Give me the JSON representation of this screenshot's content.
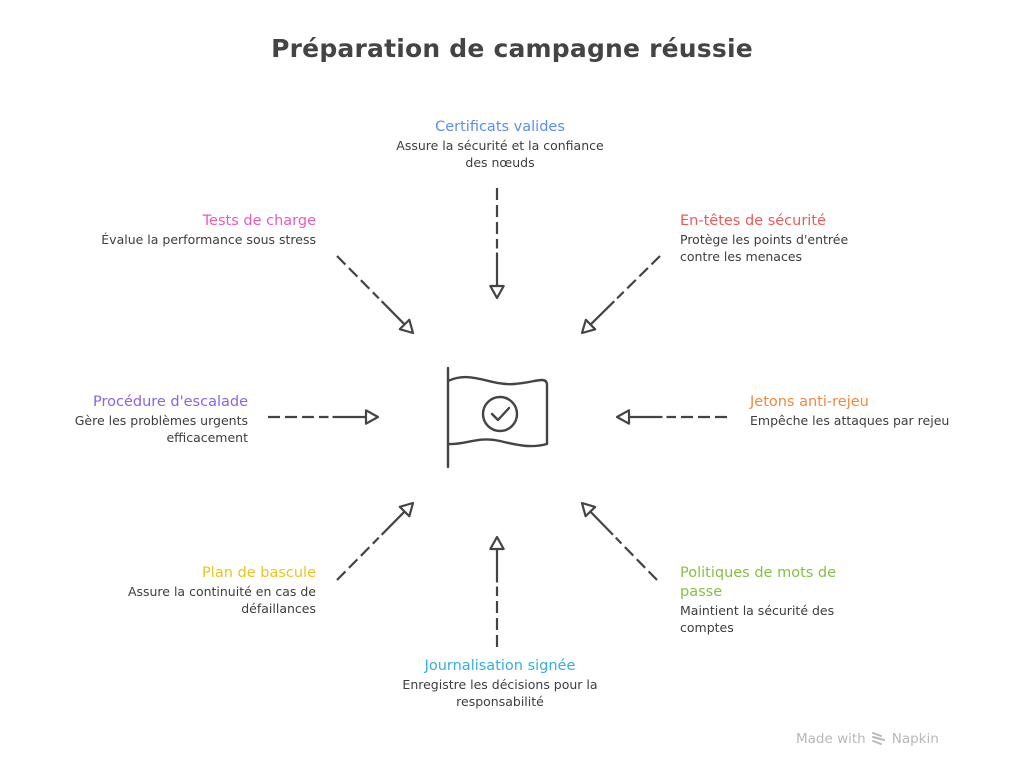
{
  "title": "Préparation de campagne réussie",
  "center": {
    "icon": "flag-check-icon"
  },
  "nodes": [
    {
      "id": "certificats",
      "title": "Certificats valides",
      "desc": "Assure la sécurité et la confiance des nœuds",
      "color": "#5b8def",
      "position": "top"
    },
    {
      "id": "entetes",
      "title": "En-têtes de sécurité",
      "desc": "Protège les points d'entrée contre les menaces",
      "color": "#eb5a5a",
      "position": "top-right"
    },
    {
      "id": "jetons",
      "title": "Jetons anti-rejeu",
      "desc": "Empêche les attaques par rejeu",
      "color": "#ee8a3c",
      "position": "right"
    },
    {
      "id": "politiques",
      "title": "Politiques de mots de passe",
      "desc": "Maintient la sécurité des comptes",
      "color": "#85c043",
      "position": "bottom-right"
    },
    {
      "id": "journalisation",
      "title": "Journalisation signée",
      "desc": "Enregistre les décisions pour la responsabilité",
      "color": "#35aee0",
      "position": "bottom"
    },
    {
      "id": "bascule",
      "title": "Plan de bascule",
      "desc": "Assure la continuité en cas de défaillances",
      "color": "#e8c51e",
      "position": "bottom-left"
    },
    {
      "id": "escalade",
      "title": "Procédure d'escalade",
      "desc": "Gère les problèmes urgents efficacement",
      "color": "#8a63e8",
      "position": "left"
    },
    {
      "id": "tests",
      "title": "Tests de charge",
      "desc": "Évalue la performance sous stress",
      "color": "#e85bb8",
      "position": "top-left"
    }
  ],
  "footer": {
    "made_with": "Made with",
    "brand": "Napkin",
    "icon": "napkin-logo-icon"
  }
}
